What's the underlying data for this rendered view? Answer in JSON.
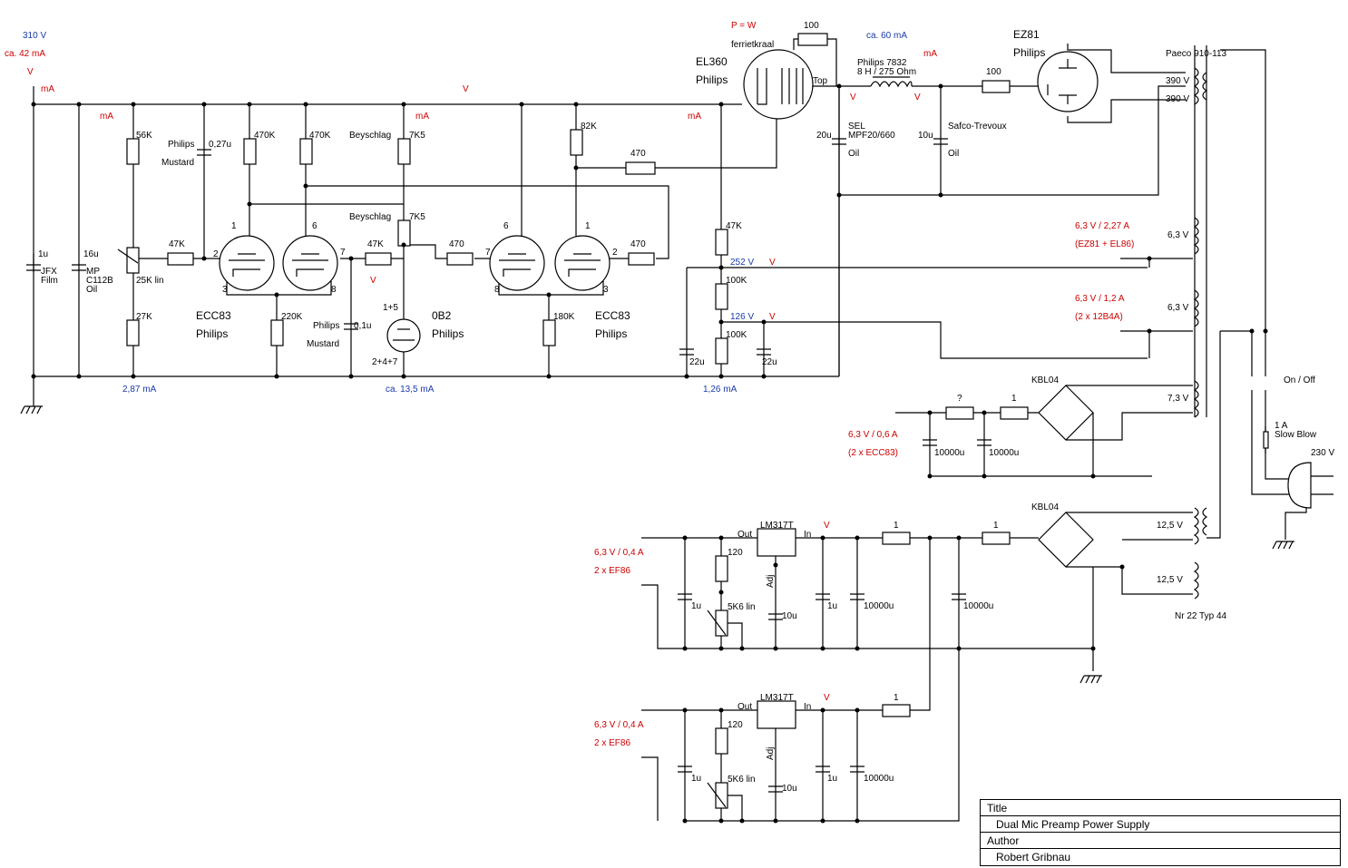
{
  "title_block": {
    "title_label": "Title",
    "title_value": "Dual Mic Preamp Power Supply",
    "author_label": "Author",
    "author_value": "Robert Gribnau"
  },
  "labels": {
    "v310": "310 V",
    "ma42": "ca. 42 mA",
    "v_top": "V",
    "ma_top": "mA",
    "ma_b1": "mA",
    "v_mid": "V",
    "ma_b2": "mA",
    "ma_b3": "mA",
    "pw": "P =  W",
    "ferriet": "ferrietkraal",
    "r100_top": "100",
    "el360": "EL360",
    "philips_el": "Philips",
    "top": "Top",
    "ma60": "ca. 60 mA",
    "philips7832": "Philips 7832",
    "choke": "8 H / 275 Ohm",
    "ma_choke": "mA",
    "v_choke1": "V",
    "v_choke2": "V",
    "r100_b": "100",
    "ez81": "EZ81",
    "philips_ez": "Philips",
    "paeco": "Paeco 910-113",
    "v390a": "390 V",
    "v390b": "390 V",
    "sel": "SEL",
    "mpf": "MPF20/660",
    "c20u": "20u",
    "oil1": "Oil",
    "c10u_top": "10u",
    "oil2": "Oil",
    "safco": "Safco-Trevoux",
    "c1u": "1u",
    "jfx": "JFX",
    "film": "Film",
    "c16u": "16u",
    "mp": "MP",
    "c112b": "C112B",
    "oil3": "Oil",
    "r56k": "56K",
    "pot25k": "25K lin",
    "r27k": "27K",
    "r47k_in": "47K",
    "ma287": "2,87 mA",
    "philips_c1": "Philips",
    "c027": "0,27u",
    "mustard1": "Mustard",
    "r470k_a": "470K",
    "r470k_b": "470K",
    "ecc83_a": "ECC83",
    "philips_a": "Philips",
    "r220k": "220K",
    "pin2a": "2",
    "pin1a": "1",
    "pin3a": "3",
    "pin6a": "6",
    "pin7a": "7",
    "pin8a": "8",
    "beyschlag1": "Beyschlag",
    "r7k5a": "7K5",
    "beyschlag2": "Beyschlag",
    "r7k5b": "7K5",
    "r47k_b": "47K",
    "v_47k": "V",
    "philips_c2": "Philips",
    "c01": "0,1u",
    "mustard2": "Mustard",
    "ob2_pins": "1+5",
    "ob2": "0B2",
    "philips_ob2": "Philips",
    "ob2_pins2": "2+4+7",
    "ma135": "ca. 13,5 mA",
    "r470_a": "470",
    "pin6b": "6",
    "pin7b": "7",
    "pin8b": "8",
    "pin1b": "1",
    "pin2b": "2",
    "pin3b": "3",
    "r82k": "82K",
    "r470_fb": "470",
    "r470_b": "470",
    "ecc83_b": "ECC83",
    "philips_b": "Philips",
    "r180k": "180K",
    "r47k_div": "47K",
    "v252": "252 V",
    "v252v": "V",
    "r100k_a": "100K",
    "v126": "126 V",
    "v126v": "V",
    "r100k_b": "100K",
    "c22u_a": "22u",
    "c22u_b": "22u",
    "ma126": "1,26 mA",
    "h1": "6,3 V / 2,27 A",
    "h1b": "(EZ81 + EL86)",
    "h1v": "6,3 V",
    "h2": "6,3 V / 1,2 A",
    "h2b": "(2 x 12B4A)",
    "h2v": "6,3 V",
    "kbl1": "KBL04",
    "v73": "7,3 V",
    "rq": "?",
    "r1a": "1",
    "h3": "6,3 V / 0,6 A",
    "h3b": "(2 x ECC83)",
    "c10000a": "10000u",
    "c10000b": "10000u",
    "onoff": "On / Off",
    "fuse1": "1 A",
    "fuse2": "Slow Blow",
    "mains": "230 V",
    "kbl2": "KBL04",
    "lm1": "LM317T",
    "out1": "Out",
    "in1": "In",
    "v_reg1": "V",
    "r1b": "1",
    "r1c": "1",
    "v125a": "12,5 V",
    "v125b": "12,5 V",
    "nr22": "Nr 22 Typ 44",
    "h4": "6,3 V / 0,4 A",
    "h4b": "2 x EF86",
    "r120a": "120",
    "adj1": "Adj",
    "c1u_a": "1u",
    "pot5k6a": "5K6 lin",
    "c10u_a": "10u",
    "c1u_b": "1u",
    "c10000c": "10000u",
    "c10000d": "10000u",
    "lm2": "LM317T",
    "out2": "Out",
    "in2": "In",
    "v_reg2": "V",
    "r1d": "1",
    "h5": "6,3 V / 0,4 A",
    "h5b": "2 x EF86",
    "r120b": "120",
    "adj2": "Adj",
    "c1u_c": "1u",
    "pot5k6b": "5K6 lin",
    "c10u_b": "10u",
    "c1u_d": "1u",
    "c10000e": "10000u"
  }
}
